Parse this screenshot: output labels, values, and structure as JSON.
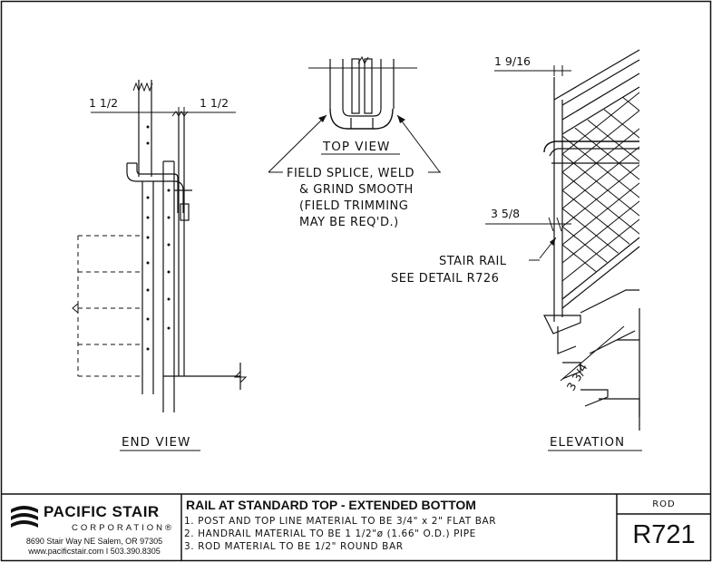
{
  "drawing": {
    "views": {
      "end_view": "END VIEW",
      "top_view": "TOP VIEW",
      "elevation": "ELEVATION"
    },
    "dimensions": {
      "end_left": "1 1/2",
      "end_right": "1 1/2",
      "elev_top": "1 9/16",
      "elev_mid": "3 5/8",
      "elev_bottom": "3 3/4"
    },
    "notes": {
      "splice": [
        "FIELD SPLICE, WELD",
        "& GRIND SMOOTH",
        "(FIELD TRIMMING",
        "MAY BE REQ'D.)"
      ],
      "stair_rail": [
        "STAIR RAIL",
        "SEE DETAIL R726"
      ]
    }
  },
  "title_block": {
    "company": "PACIFIC STAIR",
    "company_sub": "CORPORATION®",
    "address": "8690 Stair Way NE Salem, OR 97305",
    "contact": "www.pacificstair.com  I  503.390.8305",
    "title": "RAIL AT STANDARD TOP - EXTENDED BOTTOM",
    "notes": [
      "1. POST AND TOP LINE MATERIAL TO BE 3/4\" x 2\" FLAT BAR",
      "2. HANDRAIL MATERIAL TO BE 1 1/2\"ø (1.66\" O.D.) PIPE",
      "3. ROD MATERIAL TO BE 1/2\" ROUND BAR"
    ],
    "drawn_by": "ROD",
    "detail_number": "R721"
  }
}
